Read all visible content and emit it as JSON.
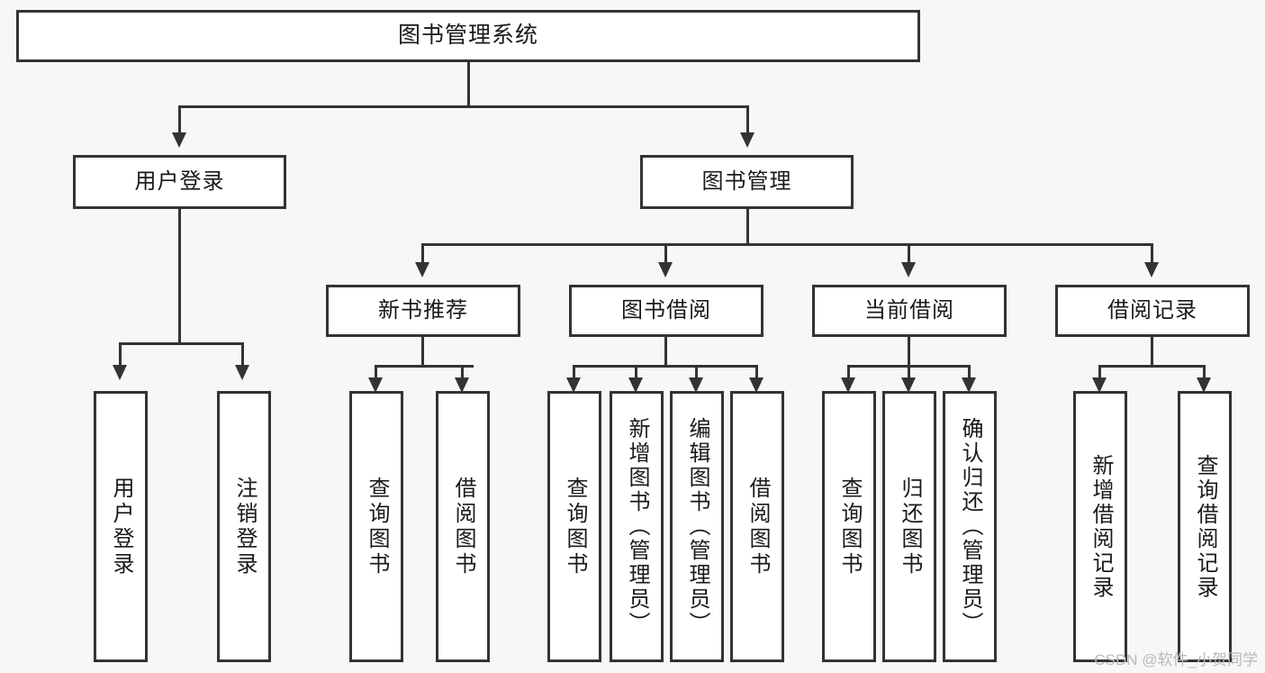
{
  "diagram": {
    "type": "tree",
    "title": "图书管理系统",
    "watermark": "CSDN @软件_小贺同学",
    "colors": {
      "background": "#f7f7f7",
      "box_fill": "#ffffff",
      "line": "#333333",
      "text": "#1a1a1a",
      "watermark": "#b9b9b9"
    },
    "levels": {
      "root": "图书管理系统",
      "level2": [
        "用户登录",
        "图书管理"
      ],
      "level3": [
        "新书推荐",
        "图书借阅",
        "当前借阅",
        "借阅记录"
      ],
      "level4": [
        "用户登录",
        "注销登录",
        "查询图书",
        "借阅图书",
        "查询图书",
        "新增图书（管理员）",
        "编辑图书（管理员）",
        "借阅图书",
        "查询图书",
        "归还图书",
        "确认归还（管理员）",
        "新增借阅记录",
        "查询借阅记录"
      ]
    },
    "nodes": {
      "root": {
        "label": "图书管理系统"
      },
      "user_login": {
        "label": "用户登录"
      },
      "book_manage": {
        "label": "图书管理"
      },
      "new_book_rec": {
        "label": "新书推荐"
      },
      "book_borrow": {
        "label": "图书借阅"
      },
      "current_borrow": {
        "label": "当前借阅"
      },
      "borrow_record": {
        "label": "借阅记录"
      },
      "leaf_user_login": {
        "label": "用户登录"
      },
      "leaf_logout": {
        "label": "注销登录"
      },
      "leaf_query_book_1": {
        "label": "查询图书"
      },
      "leaf_borrow_book_1": {
        "label": "借阅图书"
      },
      "leaf_query_book_2": {
        "label": "查询图书"
      },
      "leaf_add_book_admin": {
        "label": "新增图书（管理员）"
      },
      "leaf_edit_book_admin": {
        "label": "编辑图书（管理员）"
      },
      "leaf_borrow_book_2": {
        "label": "借阅图书"
      },
      "leaf_query_book_3": {
        "label": "查询图书"
      },
      "leaf_return_book": {
        "label": "归还图书"
      },
      "leaf_confirm_return_admin": {
        "label": "确认归还（管理员）"
      },
      "leaf_add_borrow_record": {
        "label": "新增借阅记录"
      },
      "leaf_query_borrow_record": {
        "label": "查询借阅记录"
      }
    }
  }
}
